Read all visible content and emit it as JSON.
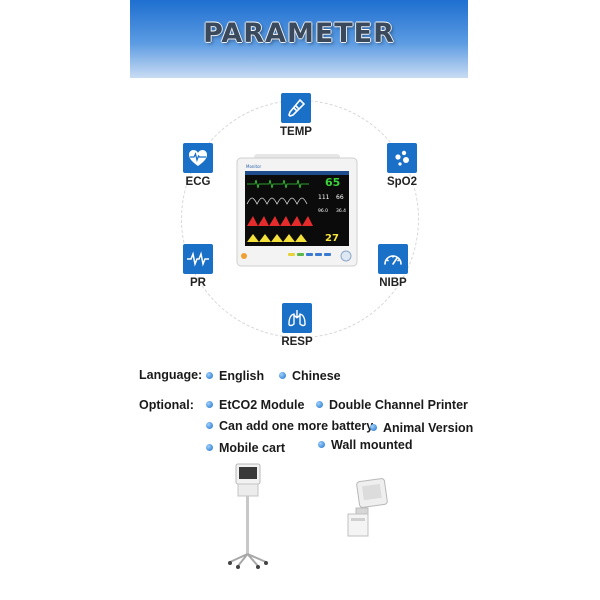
{
  "banner": {
    "title": "PARAMETER"
  },
  "parameters": [
    {
      "label": "TEMP",
      "icon": "thermometer-icon"
    },
    {
      "label": "SpO2",
      "icon": "oxygen-bubbles-icon"
    },
    {
      "label": "NIBP",
      "icon": "gauge-icon"
    },
    {
      "label": "RESP",
      "icon": "lungs-icon"
    },
    {
      "label": "PR",
      "icon": "pulse-wave-icon"
    },
    {
      "label": "ECG",
      "icon": "heart-pulse-icon"
    }
  ],
  "monitor_readings": {
    "hr": "65",
    "spo2": "111",
    "nibp": "66",
    "val_a": "96.0",
    "val_b": "36.4",
    "resp": "27"
  },
  "language": {
    "heading": "Language:",
    "items": [
      "English",
      "Chinese"
    ]
  },
  "optional": {
    "heading": "Optional:",
    "items": [
      "EtCO2 Module",
      "Double Channel Printer",
      "Can add one more battery",
      "Animal Version",
      "Mobile cart",
      "Wall mounted"
    ]
  },
  "colors": {
    "accent": "#1a6fc6",
    "banner_top": "#1e6fd0"
  }
}
